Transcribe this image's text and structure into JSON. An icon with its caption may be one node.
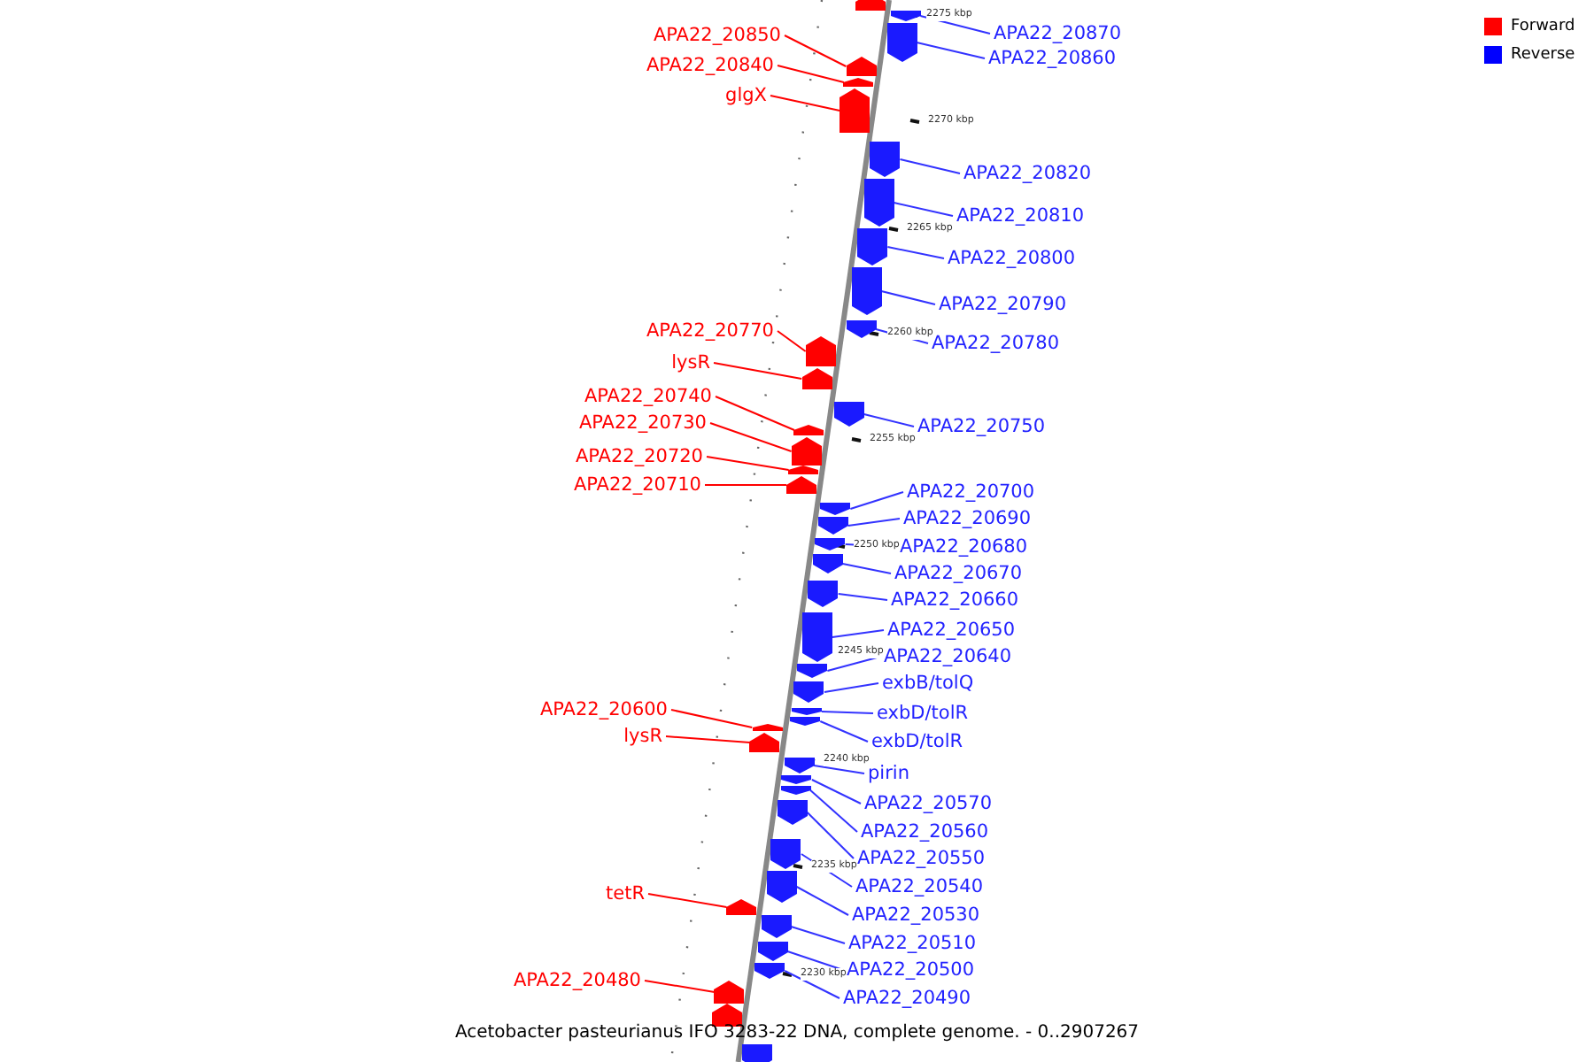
{
  "diagram": {
    "caption": "Acetobacter pasteurianus IFO 3283-22 DNA, complete genome. - 0..2907267",
    "nodes": [
      {
        "text": [],
        "shape": "box"
      },
      {
        "text": [
          "APA22_20870"
        ]
      },
      {
        "text": [],
        "shape": "box"
      },
      {
        "text": [
          "APA22_20850"
        ]
      },
      {
        "text": [],
        "shape": "box"
      },
      {
        "text": [
          "APA22_20860"
        ]
      },
      {
        "text": [],
        "shape": "box"
      },
      {
        "text": [
          "APA22_20840"
        ]
      },
      {
        "text": [],
        "shape": "box"
      },
      {
        "text": [
          "glgX"
        ]
      },
      {
        "text": [],
        "shape": "box"
      },
      {
        "text": [
          "APA22_20820"
        ]
      },
      {
        "text": [],
        "shape": "box"
      },
      {
        "text": [
          "APA22_20810"
        ]
      },
      {
        "text": [],
        "shape": "box"
      },
      {
        "text": [
          "APA22_20800"
        ]
      },
      {
        "text": [],
        "shape": "box"
      },
      {
        "text": [
          "APA22_20790"
        ]
      },
      {
        "text": [],
        "shape": "box"
      },
      {
        "text": [
          "APA22_20770"
        ]
      },
      {
        "text": [],
        "shape": "box"
      },
      {
        "text": [
          "APA22_20780"
        ]
      },
      {
        "text": [],
        "shape": "box"
      },
      {
        "text": [
          "lysR"
        ]
      },
      {
        "text": [],
        "shape": "box"
      },
      {
        "text": [
          "APA22_20740"
        ]
      },
      {
        "text": [],
        "shape": "box"
      },
      {
        "text": [
          "APA22_20730"
        ]
      },
      {
        "text": [],
        "shape": "box"
      },
      {
        "text": [
          "APA22_20750"
        ]
      },
      {
        "text": [],
        "shape": "box"
      },
      {
        "text": [
          "APA22_20720"
        ]
      },
      {
        "text": [],
        "shape": "box"
      },
      {
        "text": [
          "APA22_20710"
        ]
      },
      {
        "text": [],
        "shape": "box"
      },
      {
        "text": [
          "APA22_20700"
        ]
      },
      {
        "text": [],
        "shape": "box"
      },
      {
        "text": [
          "APA22_20690"
        ]
      },
      {
        "text": [],
        "shape": "box"
      },
      {
        "text": [
          "APA22_20680"
        ]
      },
      {
        "text": [],
        "shape": "box"
      },
      {
        "text": [
          "APA22_20670"
        ]
      },
      {
        "text": [],
        "shape": "box"
      },
      {
        "text": [
          "APA22_20660"
        ]
      },
      {
        "text": [],
        "shape": "box"
      },
      {
        "text": [
          "APA22_20650"
        ]
      },
      {
        "text": [],
        "shape": "box"
      },
      {
        "text": [
          "APA22_20640"
        ]
      },
      {
        "text": [],
        "shape": "box"
      },
      {
        "text": [
          "exbB/tolQ"
        ]
      },
      {
        "text": [],
        "shape": "box"
      },
      {
        "text": [
          "APA22_20600"
        ]
      },
      {
        "text": [],
        "shape": "box"
      },
      {
        "text": [
          "exbD/tolR"
        ]
      },
      {
        "text": [],
        "shape": "box"
      },
      {
        "text": [
          "lysR"
        ]
      },
      {
        "text": [],
        "shape": "box"
      },
      {
        "text": [
          "exbD/tolR"
        ]
      },
      {
        "text": [],
        "shape": "box"
      },
      {
        "text": [
          "pirin"
        ]
      },
      {
        "text": [],
        "shape": "box"
      },
      {
        "text": [
          "APA22_20570"
        ]
      },
      {
        "text": [],
        "shape": "box"
      },
      {
        "text": [
          "APA22_20560"
        ]
      },
      {
        "text": [],
        "shape": "box"
      },
      {
        "text": [
          "APA22_20550"
        ]
      },
      {
        "text": [],
        "shape": "box"
      },
      {
        "text": [
          "APA22_20540"
        ]
      },
      {
        "text": [],
        "shape": "box"
      },
      {
        "text": [
          "tetR"
        ]
      },
      {
        "text": [],
        "shape": "box"
      },
      {
        "text": [
          "APA22_20530"
        ]
      },
      {
        "text": [],
        "shape": "box"
      },
      {
        "text": [
          "APA22_20510"
        ]
      },
      {
        "text": [],
        "shape": "box"
      },
      {
        "text": [
          "APA22_20500"
        ]
      },
      {
        "text": [],
        "shape": "box"
      },
      {
        "text": [
          "APA22_20480"
        ]
      },
      {
        "text": [],
        "shape": "box"
      },
      {
        "text": [],
        "shape": "box"
      },
      {
        "text": [
          "APA22_20490"
        ]
      },
      {
        "text": [],
        "shape": "box"
      },
      {
        "text": [],
        "shape": "box"
      }
    ],
    "edges": [
      {
        "from": 1,
        "to": 2,
        "arrow": "none"
      },
      {
        "from": 3,
        "to": 4,
        "arrow": "none",
        "color": "#ff0000"
      },
      {
        "from": 5,
        "to": 6,
        "arrow": "none"
      },
      {
        "from": 7,
        "to": 8,
        "arrow": "none",
        "color": "#ff0000"
      },
      {
        "from": 9,
        "to": 10,
        "arrow": "none",
        "color": "#ff0000"
      },
      {
        "from": 11,
        "to": 12,
        "arrow": "none"
      },
      {
        "from": 13,
        "to": 14,
        "arrow": "none"
      },
      {
        "from": 15,
        "to": 16,
        "arrow": "none"
      },
      {
        "from": 17,
        "to": 18,
        "arrow": "none"
      },
      {
        "from": 19,
        "to": 20,
        "arrow": "none",
        "color": "#ff0000"
      },
      {
        "from": 21,
        "to": 22,
        "arrow": "none"
      },
      {
        "from": 23,
        "to": 24,
        "arrow": "none",
        "color": "#ff0000"
      },
      {
        "from": 25,
        "to": 26,
        "arrow": "none",
        "color": "#ff0000"
      },
      {
        "from": 27,
        "to": 28,
        "arrow": "none",
        "color": "#ff0000"
      },
      {
        "from": 29,
        "to": 30,
        "arrow": "none"
      },
      {
        "from": 31,
        "to": 32,
        "arrow": "none",
        "color": "#ff0000"
      },
      {
        "from": 33,
        "to": 34,
        "arrow": "none",
        "color": "#ff0000"
      },
      {
        "from": 35,
        "to": 36,
        "arrow": "none"
      },
      {
        "from": 37,
        "to": 38,
        "arrow": "none"
      },
      {
        "from": 39,
        "to": 40,
        "arrow": "none"
      },
      {
        "from": 41,
        "to": 42,
        "arrow": "none"
      },
      {
        "from": 43,
        "to": 44,
        "arrow": "none"
      },
      {
        "from": 45,
        "to": 46,
        "arrow": "none"
      },
      {
        "from": 47,
        "to": 48,
        "arrow": "none"
      },
      {
        "from": 49,
        "to": 50,
        "arrow": "none"
      },
      {
        "from": 51,
        "to": 52,
        "arrow": "none",
        "color": "#ff0000"
      },
      {
        "from": 53,
        "to": 54,
        "arrow": "none"
      },
      {
        "from": 55,
        "to": 56,
        "arrow": "none",
        "color": "#ff0000"
      },
      {
        "from": 57,
        "to": 58,
        "arrow": "none"
      },
      {
        "from": 59,
        "to": 60,
        "arrow": "none"
      },
      {
        "from": 61,
        "to": 62,
        "arrow": "none"
      },
      {
        "from": 63,
        "to": 64,
        "arrow": "none"
      },
      {
        "from": 65,
        "to": 66,
        "arrow": "none"
      },
      {
        "from": 67,
        "to": 68,
        "arrow": "none"
      },
      {
        "from": 69,
        "to": 70,
        "arrow": "none",
        "color": "#ff0000"
      },
      {
        "from": 71,
        "to": 72,
        "arrow": "none"
      },
      {
        "from": 73,
        "to": 74,
        "arrow": "none"
      },
      {
        "from": 75,
        "to": 76,
        "arrow": "none"
      },
      {
        "from": 77,
        "to": 78,
        "arrow": "none",
        "color": "#ff0000"
      },
      {
        "from": 80,
        "to": 81,
        "arrow": "none"
      }
    ],
    "labels": [
      "2275 kbp",
      "2270 kbp",
      "2265 kbp",
      "2260 kbp",
      "2255 kbp",
      "2250 kbp",
      "2245 kbp",
      "2240 kbp",
      "2235 kbp",
      "2230 kbp"
    ],
    "legend": [
      {
        "text": "Forward",
        "color": "#ff0000"
      },
      {
        "text": "Reverse",
        "color": "#0000ff"
      }
    ]
  }
}
